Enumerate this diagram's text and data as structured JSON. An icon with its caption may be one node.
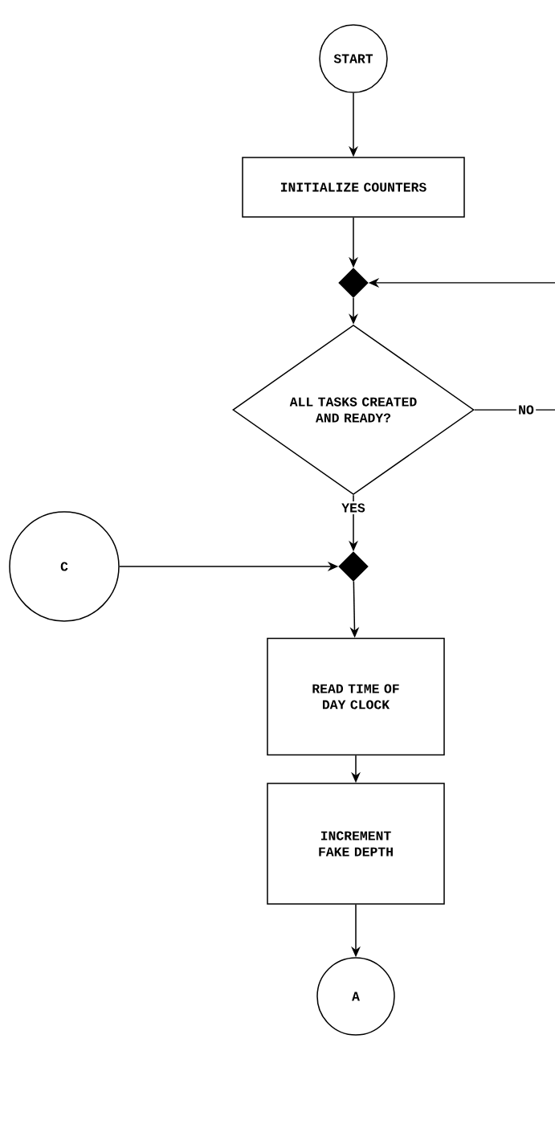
{
  "diagram": {
    "nodes": [
      {
        "text": [
          "START"
        ]
      },
      {
        "text": [
          "INITIALIZE COUNTERS"
        ]
      },
      {
        "text": [],
        "shape": "diamond"
      },
      {
        "text": [
          "ALL TASKS CREATED AND READY?"
        ]
      },
      {
        "text": [
          "C"
        ]
      },
      {
        "text": [],
        "shape": "diamond"
      },
      {
        "text": [
          "READ TIME OF DAY CLOCK"
        ]
      },
      {
        "text": [
          "INCREMENT FAKE DEPTH"
        ]
      },
      {
        "text": [
          "A"
        ]
      }
    ],
    "edges": [
      {
        "from": 0,
        "to": 1,
        "arrow": "to"
      },
      {
        "from": 1,
        "to": 2,
        "arrow": "to"
      },
      {
        "from": null,
        "to": 2,
        "arrow": "to"
      },
      {
        "from": 2,
        "to": 3,
        "arrow": "to"
      },
      {
        "from": 3,
        "to": null,
        "arrow": "none",
        "label": "NO"
      },
      {
        "from": 3,
        "to": 5,
        "arrow": "to",
        "label": "YES"
      },
      {
        "from": 4,
        "to": 5,
        "arrow": "to"
      },
      {
        "from": 5,
        "to": 6,
        "arrow": "to"
      },
      {
        "from": 6,
        "to": 7,
        "arrow": "to"
      },
      {
        "from": 7,
        "to": 8,
        "arrow": "to"
      }
    ]
  }
}
